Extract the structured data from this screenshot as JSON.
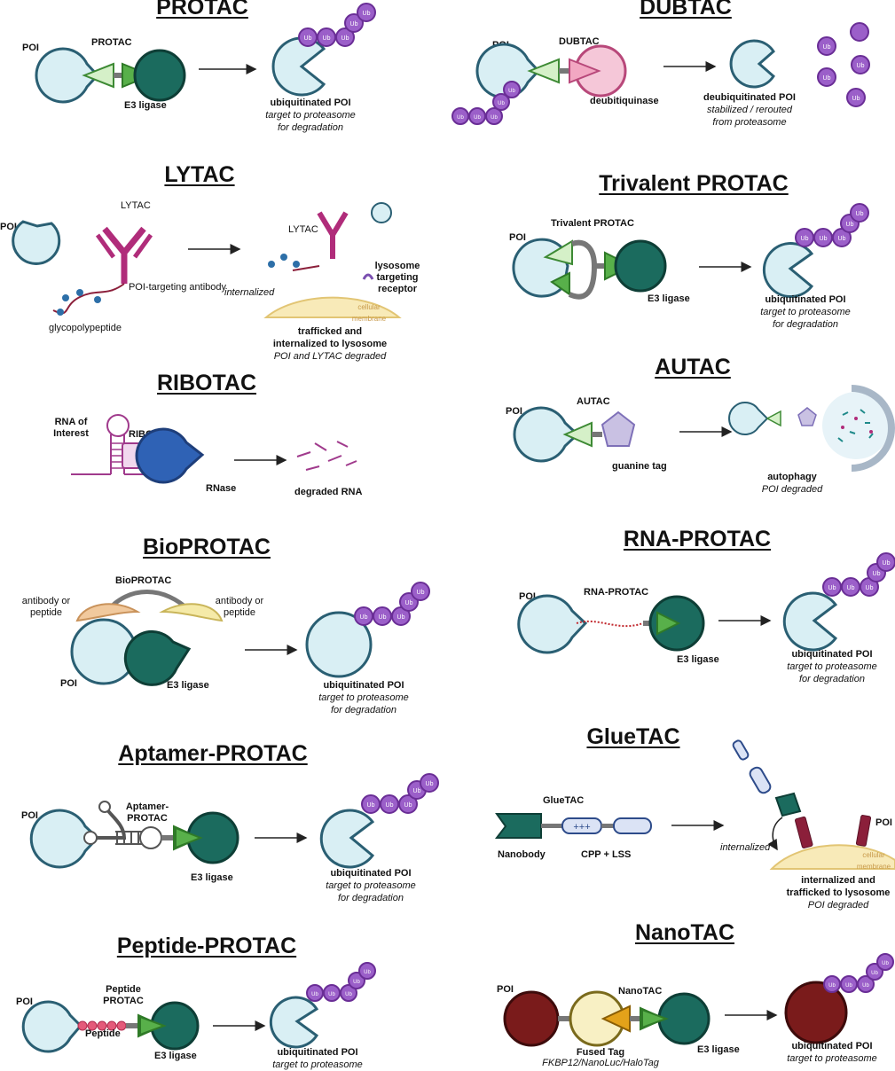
{
  "panels": {
    "protac": {
      "title": "PROTAC",
      "poi": "POI",
      "agent": "PROTAC",
      "e3": "E3 ligase",
      "ub": "Ub",
      "res1": "ubiquitinated POI",
      "res2": "target to proteasome",
      "res3": "for degradation"
    },
    "dubtac": {
      "title": "DUBTAC",
      "poi": "POI",
      "agent": "DUBTAC",
      "enzyme": "deubitiquinase",
      "ub": "Ub",
      "res1": "deubiquitinated POI",
      "res2": "stabilized / rerouted",
      "res3": "from proteasome"
    },
    "lytac": {
      "title": "LYTAC",
      "poi": "POI",
      "agent": "LYTAC",
      "antibody": "POI-targeting antibody",
      "glyco": "glycopolypeptide",
      "agent2": "LYTAC",
      "internalized": "internalized",
      "receptor": "lysosome targeting receptor",
      "membrane": "cellular membrane",
      "res1": "trafficked and",
      "res2": "internalized to lysosome",
      "res3": "POI and LYTAC degraded"
    },
    "trivalent": {
      "title": "Trivalent PROTAC",
      "poi": "POI",
      "agent": "Trivalent PROTAC",
      "e3": "E3 ligase",
      "ub": "Ub",
      "res1": "ubiquitinated POI",
      "res2": "target to proteasome",
      "res3": "for degradation"
    },
    "ribotac": {
      "title": "RIBOTAC",
      "rna": "RNA of Interest",
      "agent": "RIBOTAC",
      "rnase": "RNase",
      "res1": "degraded RNA"
    },
    "autac": {
      "title": "AUTAC",
      "poi": "POI",
      "agent": "AUTAC",
      "tag": "guanine tag",
      "res1": "autophagy",
      "res2": "POI degraded"
    },
    "bioprotac": {
      "title": "BioPROTAC",
      "agent": "BioPROTAC",
      "left": "antibody or peptide",
      "right": "antibody or peptide",
      "poi": "POI",
      "e3": "E3 ligase",
      "ub": "Ub",
      "res1": "ubiquitinated POI",
      "res2": "target to proteasome",
      "res3": "for degradation"
    },
    "rnaprotac": {
      "title": "RNA-PROTAC",
      "poi": "POI",
      "agent": "RNA-PROTAC",
      "e3": "E3 ligase",
      "ub": "Ub",
      "res1": "ubiquitinated POI",
      "res2": "target to proteasome",
      "res3": "for degradation"
    },
    "aptamer": {
      "title": "Aptamer-PROTAC",
      "poi": "POI",
      "agent": "Aptamer- PROTAC",
      "e3": "E3 ligase",
      "ub": "Ub",
      "res1": "ubiquitinated POI",
      "res2": "target to proteasome",
      "res3": "for degradation"
    },
    "gluetac": {
      "title": "GlueTAC",
      "agent": "GlueTAC",
      "nanobody": "Nanobody",
      "cpp": "CPP + LSS",
      "plus": "+++",
      "internalized": "internalized",
      "poi": "POI",
      "membrane": "cellular membrane",
      "res1": "internalized and",
      "res2": "trafficked to lysosome",
      "res3": "POI degraded"
    },
    "peptide": {
      "title": "Peptide-PROTAC",
      "poi": "POI",
      "agent": "Peptide PROTAC",
      "peptide": "Peptide",
      "e3": "E3 ligase",
      "ub": "Ub",
      "res1": "ubiquitinated POI",
      "res2": "target to proteasome"
    },
    "nanotac": {
      "title": "NanoTAC",
      "poi": "POI",
      "agent": "NanoTAC",
      "fused": "Fused Tag",
      "fused2": "FKBP12/NanoLuc/HaloTag",
      "e3": "E3 ligase",
      "ub": "Ub",
      "res1": "ubiquitinated POI",
      "res2": "target to proteasome"
    }
  },
  "colors": {
    "poi_fill": "#d9eff4",
    "poi_stroke": "#2a5f73",
    "e3_fill": "#1b6b5e",
    "linker_light": "#d5f0c8",
    "linker_dark": "#58b04a",
    "ub_fill": "#9b5fc9",
    "ub_stroke": "#6a2e96",
    "antibody": "#b02c7a",
    "membrane": "#f8eab8",
    "rnase": "#2f62b5",
    "autac_tag": "#c9c1e3"
  }
}
